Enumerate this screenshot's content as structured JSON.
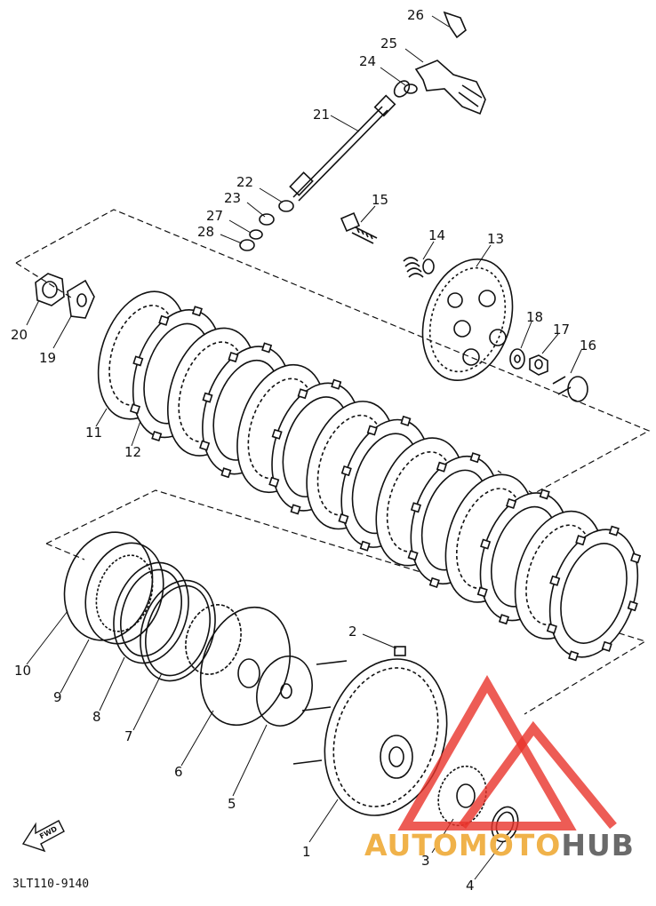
{
  "diagram": {
    "code": "3LT110-9140",
    "fwd_label": "FWD",
    "watermark": {
      "part1": "AUTOMOTO",
      "part2": "HUB",
      "color_red": "#e8332b",
      "color_orange": "#f0b24a",
      "color_gray": "#6a6a6a"
    },
    "callouts": [
      "1",
      "2",
      "3",
      "4",
      "5",
      "6",
      "7",
      "8",
      "9",
      "10",
      "11",
      "12",
      "13",
      "14",
      "15",
      "16",
      "17",
      "18",
      "19",
      "20",
      "21",
      "22",
      "23",
      "24",
      "25",
      "26",
      "27",
      "28"
    ]
  }
}
